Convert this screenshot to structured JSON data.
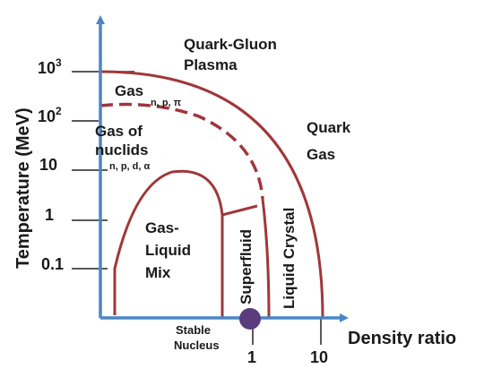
{
  "diagram": {
    "y_axis_title": "Temperature (MeV)",
    "x_axis_title": "Density ratio",
    "y_ticks": [
      {
        "base": "10",
        "exp": "3"
      },
      {
        "base": "10",
        "exp": "2"
      },
      {
        "base": "10",
        "exp": ""
      },
      {
        "base": "1",
        "exp": ""
      },
      {
        "base": "0.1",
        "exp": ""
      }
    ],
    "x_ticks": [
      "1",
      "10"
    ],
    "regions": {
      "qgp_line1": "Quark-Gluon",
      "qgp_line2": "Plasma",
      "gas": "Gas",
      "gas_sub": "n, p, π",
      "nuclids_line1": "Gas of",
      "nuclids_line2": "nuclids",
      "nuclids_sub": "n, p, d, α",
      "quark_gas_line1": "Quark",
      "quark_gas_line2": "Gas",
      "mix_line1": "Gas-",
      "mix_line2": "Liquid",
      "mix_line3": "Mix",
      "superfluid": "Superfluid",
      "liquid_crystal": "Liquid Crystal",
      "stable_line1": "Stable",
      "stable_line2": "Nucleus"
    },
    "colors": {
      "axis": "#4A86C5",
      "boundary": "#A0373A",
      "nucleus_dot": "#5B3D7D"
    }
  }
}
